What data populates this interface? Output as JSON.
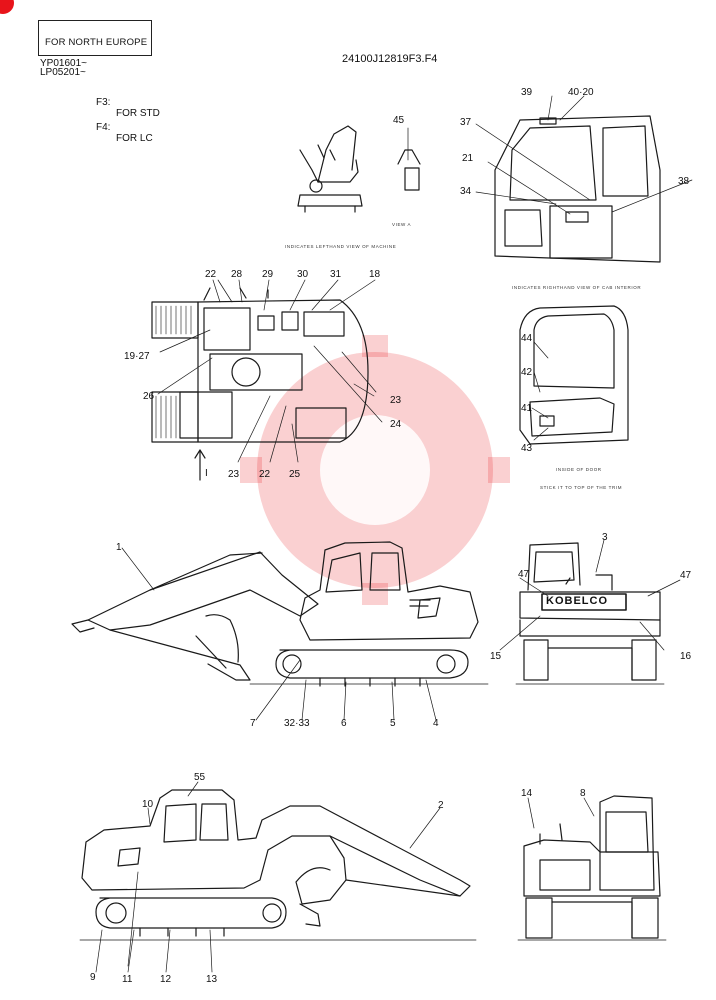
{
  "header": {
    "region": "FOR NORTH EUROPE",
    "serial_1": "YP01601~",
    "serial_2": "LP05201~",
    "drawing_no": "24100J12819F3.F4",
    "f3_code": "F3:",
    "f3_desc": "FOR STD",
    "f4_code": "F4:",
    "f4_desc": "FOR LC"
  },
  "notes": {
    "left_view": "INDICATES LEFTHAND VIEW OF MACHINE",
    "view_a": "VIEW A",
    "cab_right": "INDICATES RIGHTHAND VIEW OF CAB INTERIOR",
    "door_inside": "INSIDE OF DOOR",
    "stick_top": "STICK IT TO TOP OF THE TRIM",
    "arrow_label": "I"
  },
  "brand_text": "KOBELCO",
  "callouts": [
    {
      "id": "c1",
      "text": "1"
    },
    {
      "id": "c2",
      "text": "2"
    },
    {
      "id": "c3",
      "text": "3"
    },
    {
      "id": "c4",
      "text": "4"
    },
    {
      "id": "c5",
      "text": "5"
    },
    {
      "id": "c6",
      "text": "6"
    },
    {
      "id": "c7",
      "text": "7"
    },
    {
      "id": "c8",
      "text": "8"
    },
    {
      "id": "c9",
      "text": "9"
    },
    {
      "id": "c10",
      "text": "10"
    },
    {
      "id": "c11",
      "text": "11"
    },
    {
      "id": "c12",
      "text": "12"
    },
    {
      "id": "c13",
      "text": "13"
    },
    {
      "id": "c14",
      "text": "14"
    },
    {
      "id": "c15",
      "text": "15"
    },
    {
      "id": "c16",
      "text": "16"
    },
    {
      "id": "c18",
      "text": "18"
    },
    {
      "id": "c19",
      "text": "19·27"
    },
    {
      "id": "c21",
      "text": "21"
    },
    {
      "id": "c22a",
      "text": "22"
    },
    {
      "id": "c22b",
      "text": "22"
    },
    {
      "id": "c23a",
      "text": "23"
    },
    {
      "id": "c23b",
      "text": "23"
    },
    {
      "id": "c24",
      "text": "24"
    },
    {
      "id": "c25",
      "text": "25"
    },
    {
      "id": "c26",
      "text": "26"
    },
    {
      "id": "c28",
      "text": "28"
    },
    {
      "id": "c29",
      "text": "29"
    },
    {
      "id": "c30",
      "text": "30"
    },
    {
      "id": "c31",
      "text": "31"
    },
    {
      "id": "c32",
      "text": "32·33"
    },
    {
      "id": "c34",
      "text": "34"
    },
    {
      "id": "c37",
      "text": "37"
    },
    {
      "id": "c38",
      "text": "38"
    },
    {
      "id": "c39",
      "text": "39"
    },
    {
      "id": "c40",
      "text": "40·20"
    },
    {
      "id": "c41",
      "text": "41"
    },
    {
      "id": "c42",
      "text": "42"
    },
    {
      "id": "c43",
      "text": "43"
    },
    {
      "id": "c44",
      "text": "44"
    },
    {
      "id": "c45",
      "text": "45"
    },
    {
      "id": "c47a",
      "text": "47"
    },
    {
      "id": "c47b",
      "text": "47"
    },
    {
      "id": "c55",
      "text": "55"
    }
  ],
  "colors": {
    "line": "#1a1a1a",
    "watermark": "#e8141b",
    "corner_mark": "#e8141b"
  }
}
